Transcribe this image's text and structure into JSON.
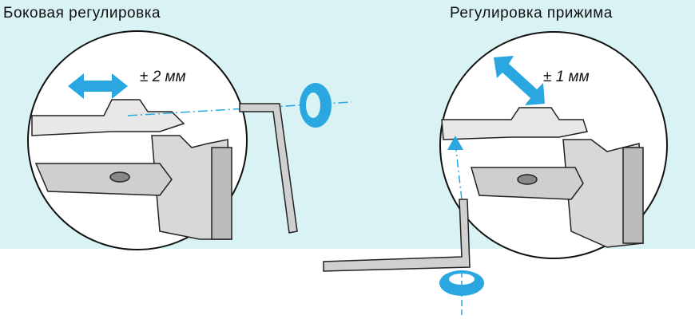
{
  "titles": {
    "left": "Боковая  регулировка",
    "right": "Регулировка  прижима"
  },
  "labels": {
    "left_range": "± 2 мм",
    "right_range": "± 1 мм"
  },
  "colors": {
    "background": "#d9f3f5",
    "arrow": "#2aa6e0",
    "line": "#111111"
  }
}
